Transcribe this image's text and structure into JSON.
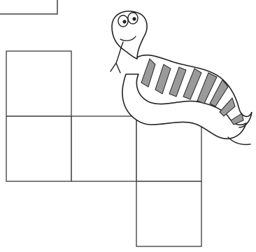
{
  "figure": {
    "name_box": {},
    "grid": {
      "rows": 3,
      "cols": 3,
      "cells": [
        {
          "row": 0,
          "col": 0
        },
        {
          "row": 1,
          "col": 0
        },
        {
          "row": 1,
          "col": 1
        },
        {
          "row": 1,
          "col": 2
        },
        {
          "row": 2,
          "col": 2
        }
      ]
    },
    "snake": {
      "icon": "snake-icon",
      "stripe_color": "#9a9a9a",
      "outline_color": "#222222"
    }
  }
}
